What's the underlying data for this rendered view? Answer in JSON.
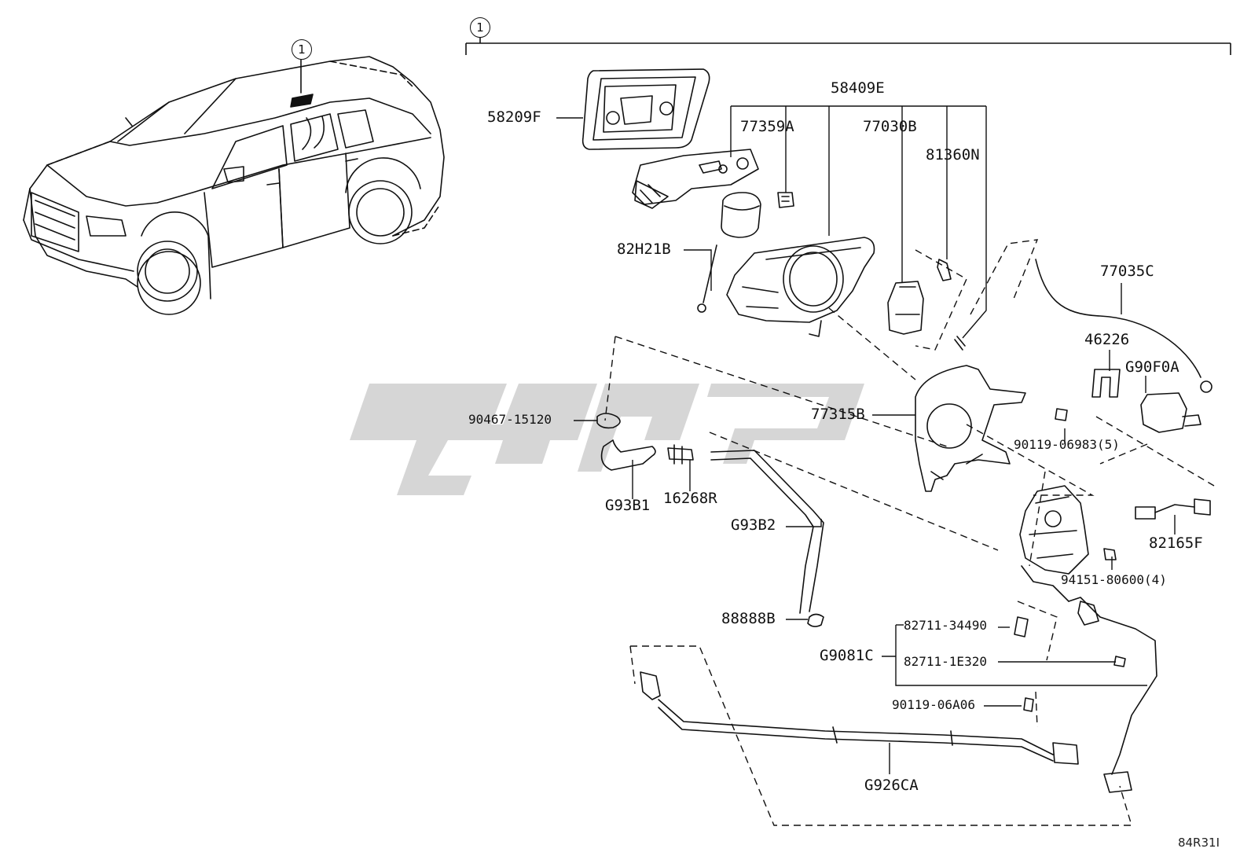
{
  "callout_number": "1",
  "diagram_code": "84R31I",
  "watermark_color": "#c9c9c9",
  "parts": {
    "p58209F": "58209F",
    "p58409E": "58409E",
    "p77359A": "77359A",
    "p77030B": "77030B",
    "p81360N": "81360N",
    "p82H21B": "82H21B",
    "p77035C": "77035C",
    "p46226": "46226",
    "pG90F0A": "G90F0A",
    "p90467": "90467-15120",
    "p77315B": "77315B",
    "p90119_06983": "90119-06983(5)",
    "pG93B1": "G93B1",
    "p16268R": "16268R",
    "pG93B2": "G93B2",
    "p82165F": "82165F",
    "p94151": "94151-80600(4)",
    "p88888B": "88888B",
    "p82711_34490": "82711-34490",
    "pG9081C": "G9081C",
    "p82711_1E320": "82711-1E320",
    "p90119_06A06": "90119-06A06",
    "pG926CA": "G926CA"
  }
}
